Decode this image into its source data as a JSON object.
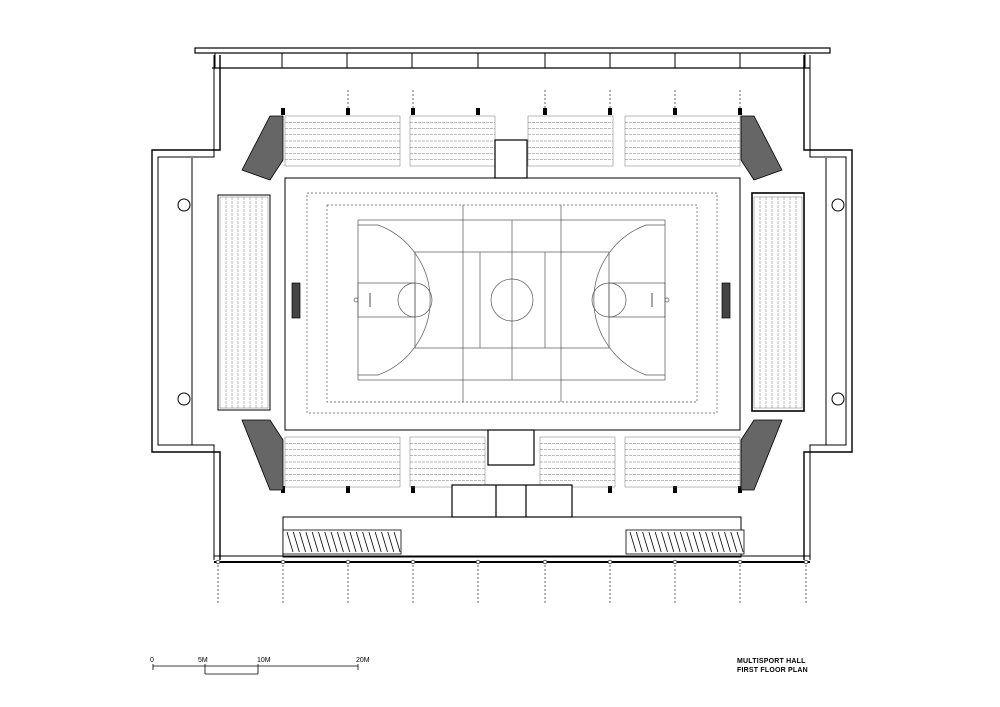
{
  "title": {
    "line1": "MULTISPORT HALL",
    "line2": "FIRST FLOOR PLAN"
  },
  "scale_bar": {
    "labels": [
      "0",
      "5M",
      "10M",
      "20M"
    ],
    "values_m": [
      0,
      5,
      10,
      20
    ]
  },
  "colors": {
    "line": "#000000",
    "court": "#555555",
    "seat": "#777777",
    "hatch": "#333333"
  }
}
